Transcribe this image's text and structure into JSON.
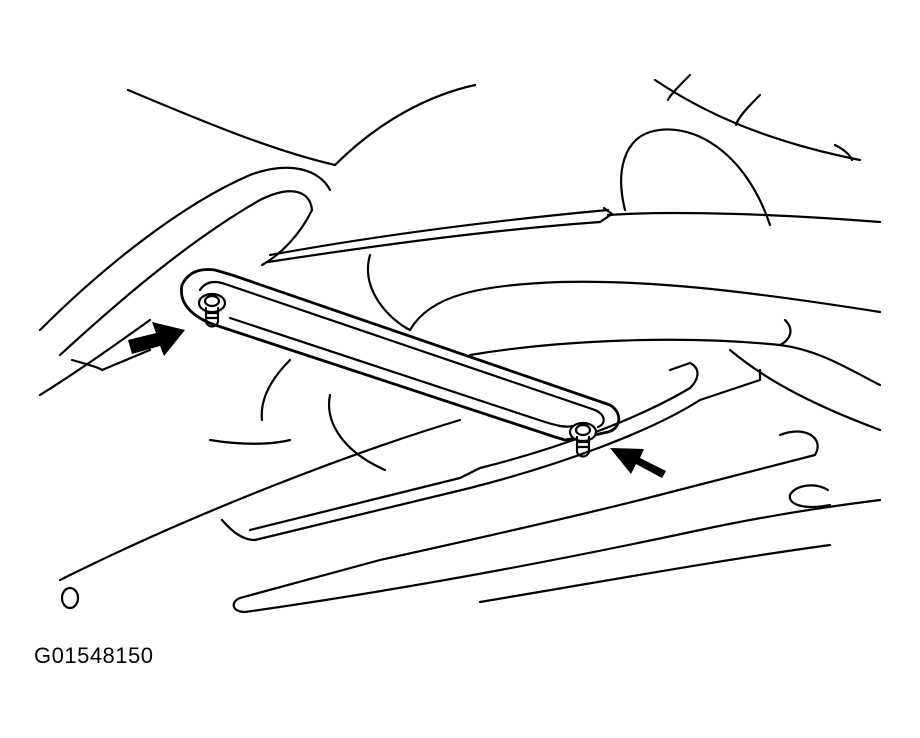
{
  "figure": {
    "code": "G01548150",
    "subject": "brace-bar-with-two-bolts",
    "callouts": [
      "arrow-left-bolt",
      "arrow-right-bolt"
    ],
    "colors": {
      "line": "#000000",
      "background": "#ffffff"
    }
  }
}
